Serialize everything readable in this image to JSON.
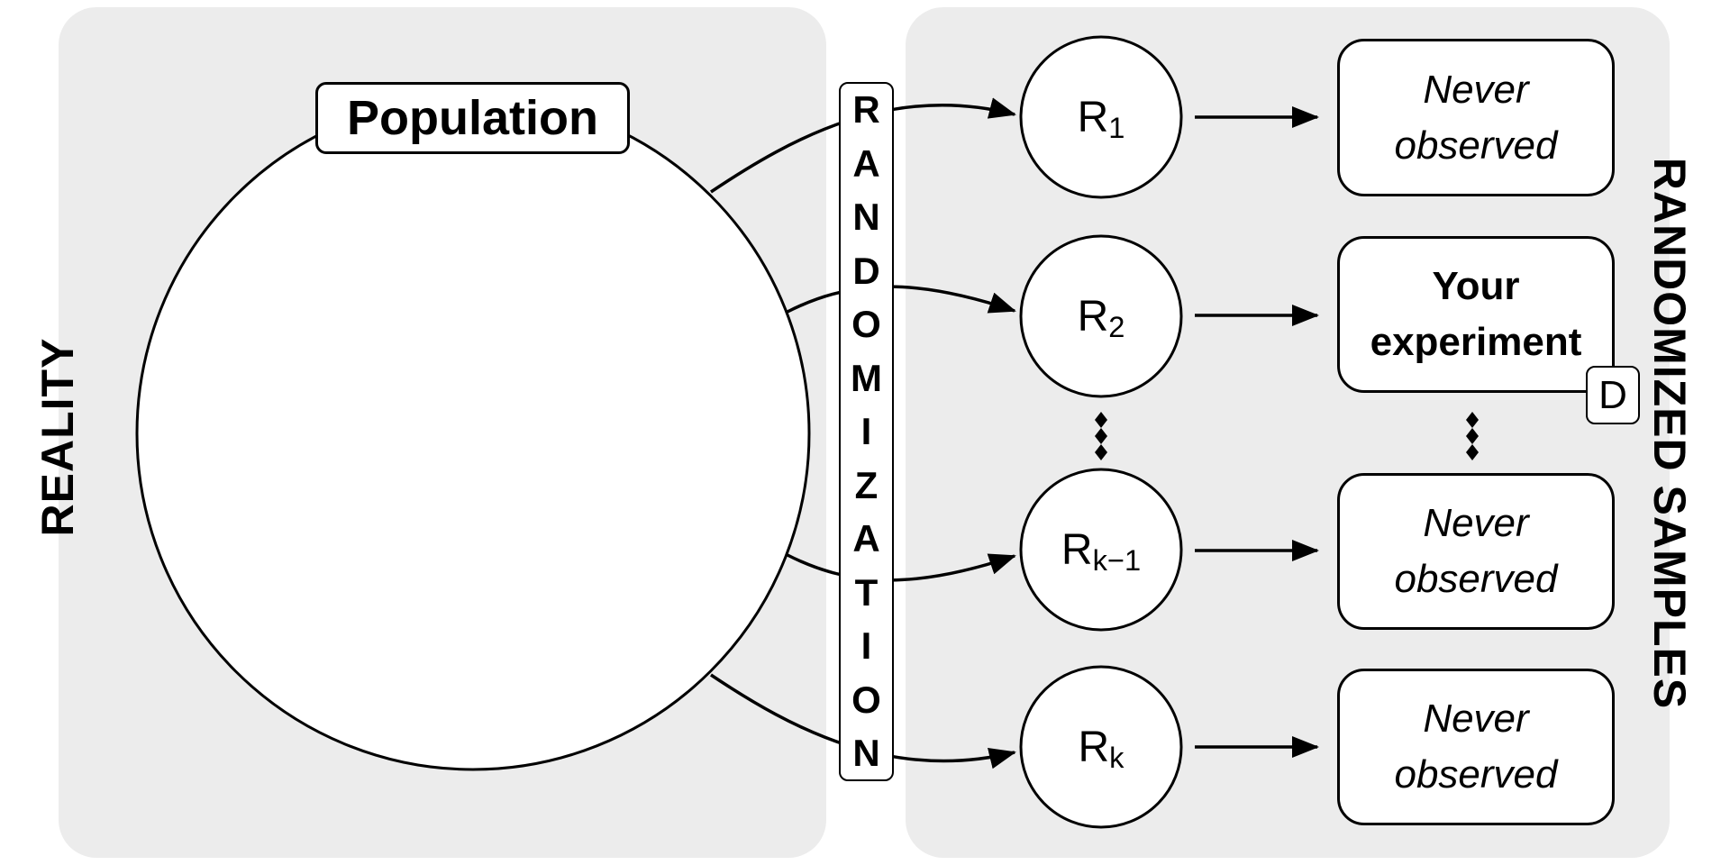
{
  "canvas": {
    "background": "#ffffff",
    "panel_color": "#ececec",
    "stroke_color": "#000000",
    "shape_fill": "#ffffff"
  },
  "left_panel": {
    "label": "REALITY"
  },
  "right_panel": {
    "label": "RANDOMIZED SAMPLES"
  },
  "population": {
    "label": "Population"
  },
  "randomization": {
    "label": "RANDOMIZATION",
    "letters": [
      "R",
      "A",
      "N",
      "D",
      "O",
      "M",
      "I",
      "Z",
      "A",
      "T",
      "I",
      "O",
      "N"
    ]
  },
  "samples": [
    {
      "base": "R",
      "sub": "1",
      "box_line1": "Never",
      "box_line2": "observed",
      "box_style": "italic"
    },
    {
      "base": "R",
      "sub": "2",
      "box_line1": "Your",
      "box_line2": "experiment",
      "box_style": "bold"
    },
    {
      "base": "R",
      "sub": "k−1",
      "box_line1": "Never",
      "box_line2": "observed",
      "box_style": "italic"
    },
    {
      "base": "R",
      "sub": "k",
      "box_line1": "Never",
      "box_line2": "observed",
      "box_style": "italic"
    }
  ],
  "d_tag": {
    "label": "D"
  }
}
